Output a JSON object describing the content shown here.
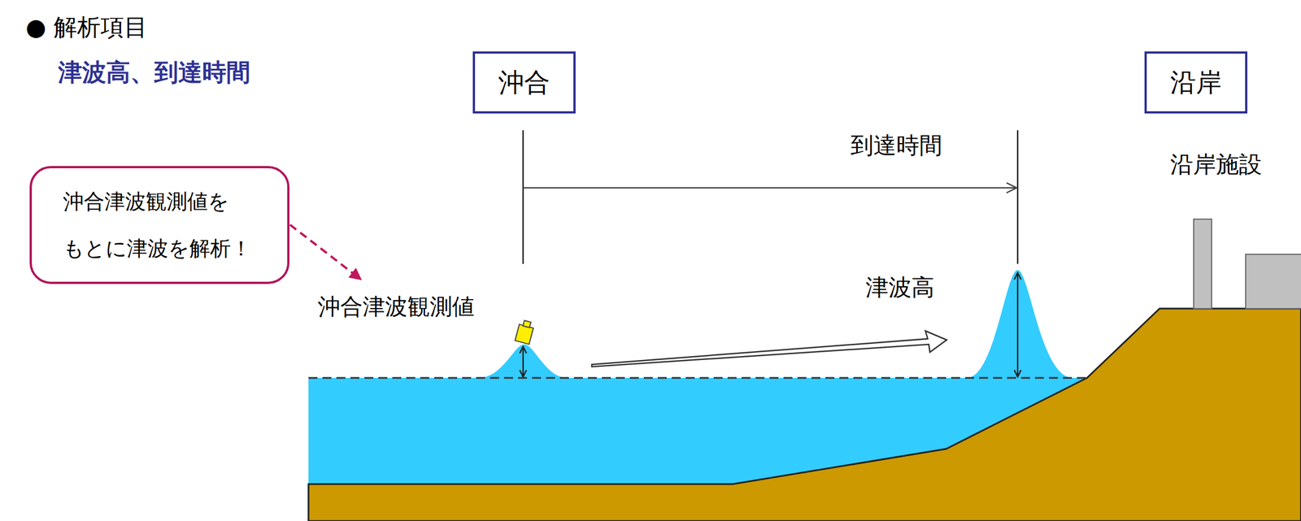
{
  "diagram": {
    "nodes": [
      {
        "text": [
          "沖合"
        ]
      },
      {
        "text": [
          "沿岸"
        ]
      },
      {
        "text": [
          "沖合津波観測値を もとに津波を解析！"
        ]
      }
    ],
    "labels": [
      "● 解析項目",
      "津波高、到達時間",
      "到達時間",
      "沿岸施設",
      "沖合津波観測値",
      "津波高"
    ]
  }
}
